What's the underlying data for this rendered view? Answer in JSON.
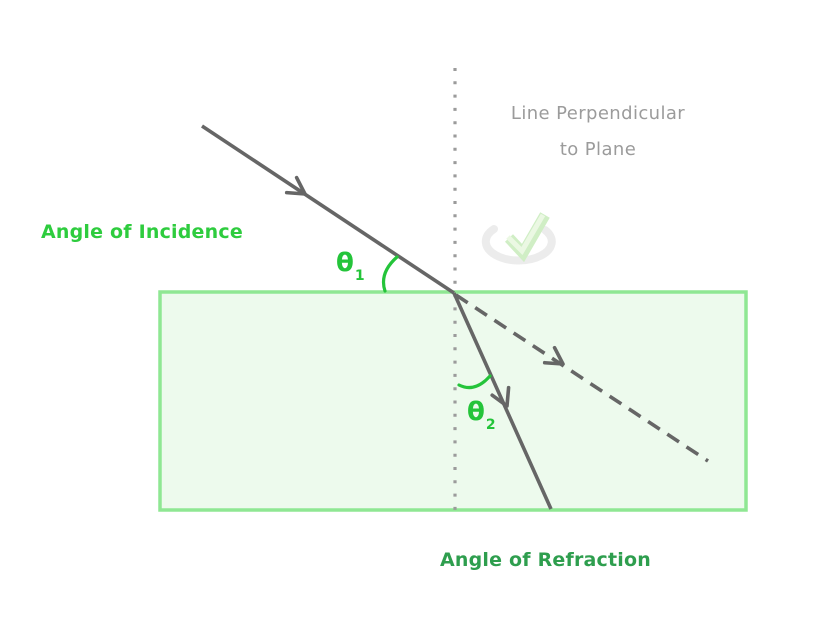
{
  "diagram": {
    "labels": {
      "angle_of_incidence": "Angle of Incidence",
      "angle_of_refraction": "Angle of Refraction",
      "perpendicular_line_1": "Line Perpendicular",
      "perpendicular_line_2": "to Plane",
      "theta1_symbol": "θ",
      "theta1_sub": "1",
      "theta2_symbol": "θ",
      "theta2_sub": "2"
    },
    "colors": {
      "incidence_label_green": "#2ECC3E",
      "refraction_label_green": "#2E9E4E",
      "theta_arc_green": "#24C43A",
      "glass_block_border": "#8FE793",
      "glass_block_fill": "#EDFAED",
      "ray_gray": "#666666",
      "normal_dotted_gray": "#9B9B9B",
      "perpendicular_text_gray": "#9B9B9B",
      "watermark_swoosh_gray": "#EBEBEB",
      "watermark_check_green": "#CBEDBF"
    },
    "icons": {
      "incident_arrow": "arrowhead-icon",
      "refracted_arrow": "arrowhead-icon",
      "undeviated_arrow": "arrowhead-icon",
      "watermark": "checkmark-watermark-icon"
    }
  }
}
